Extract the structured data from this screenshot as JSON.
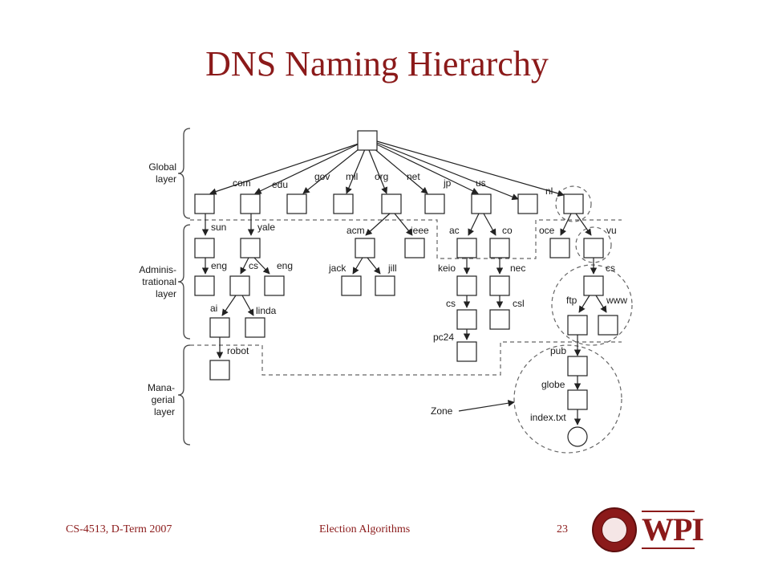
{
  "slide": {
    "title": "DNS Naming Hierarchy",
    "footer_left": "CS-4513, D-Term 2007",
    "footer_center": "Election Algorithms",
    "footer_right": "23",
    "logo_text": "WPI"
  },
  "layers": {
    "global": [
      "Global",
      "layer"
    ],
    "admin": [
      "Adminis-",
      "trational",
      "layer"
    ],
    "managerial": [
      "Mana-",
      "gerial",
      "layer"
    ]
  },
  "zone_label": "Zone",
  "labels": {
    "com": "com",
    "edu": "edu",
    "gov": "gov",
    "mil": "mil",
    "org": "org",
    "net": "net",
    "jp": "jp",
    "us": "us",
    "nl": "nl",
    "sun": "sun",
    "yale": "yale",
    "acm": "acm",
    "ieee": "ieee",
    "ac": "ac",
    "co": "co",
    "oce": "oce",
    "vu": "vu",
    "eng_sun": "eng",
    "cs_yale": "cs",
    "eng_yale": "eng",
    "jack": "jack",
    "jill": "jill",
    "keio": "keio",
    "nec": "nec",
    "cs_vu": "cs",
    "ai": "ai",
    "linda": "linda",
    "cs_keio": "cs",
    "csl": "csl",
    "ftp": "ftp",
    "www": "www",
    "pc24": "pc24",
    "robot": "robot",
    "pub": "pub",
    "globe": "globe",
    "index": "index.txt"
  }
}
